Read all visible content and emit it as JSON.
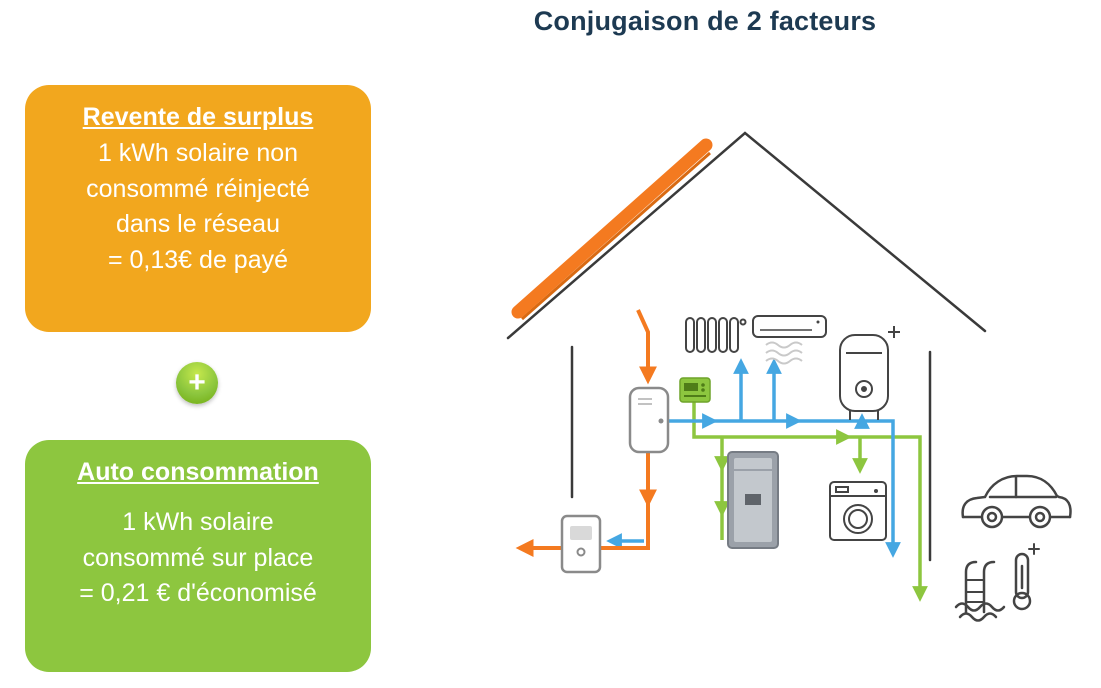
{
  "page": {
    "title": "Conjugaison de 2 facteurs"
  },
  "cards": {
    "surplus": {
      "title": "Revente de surplus",
      "body": "1 kWh solaire non\nconsommé réinjecté\ndans le réseau\n= 0,13€ de payé"
    },
    "plus": "+",
    "auto": {
      "title": "Auto consommation",
      "body": "1 kWh solaire\nconsommé sur place\n= 0,21 € d'économisé"
    }
  },
  "colors": {
    "surplus_card_bg": "#f2a71e",
    "auto_card_bg": "#8dc63f",
    "title_text": "#1d3a52",
    "solar_flow_orange": "#f47a20",
    "grid_flow_blue": "#45a7e2",
    "self_consumption_green": "#8dc63f",
    "house_outline": "#3a3a3a"
  },
  "diagram": {
    "icons": [
      "solar-panel-icon",
      "inverter-icon",
      "smart-meter-icon",
      "radiator-icon",
      "air-conditioner-icon",
      "water-heater-icon",
      "home-battery-icon",
      "washing-machine-icon",
      "export-meter-icon",
      "electric-car-icon",
      "pool-thermometer-icon"
    ]
  }
}
